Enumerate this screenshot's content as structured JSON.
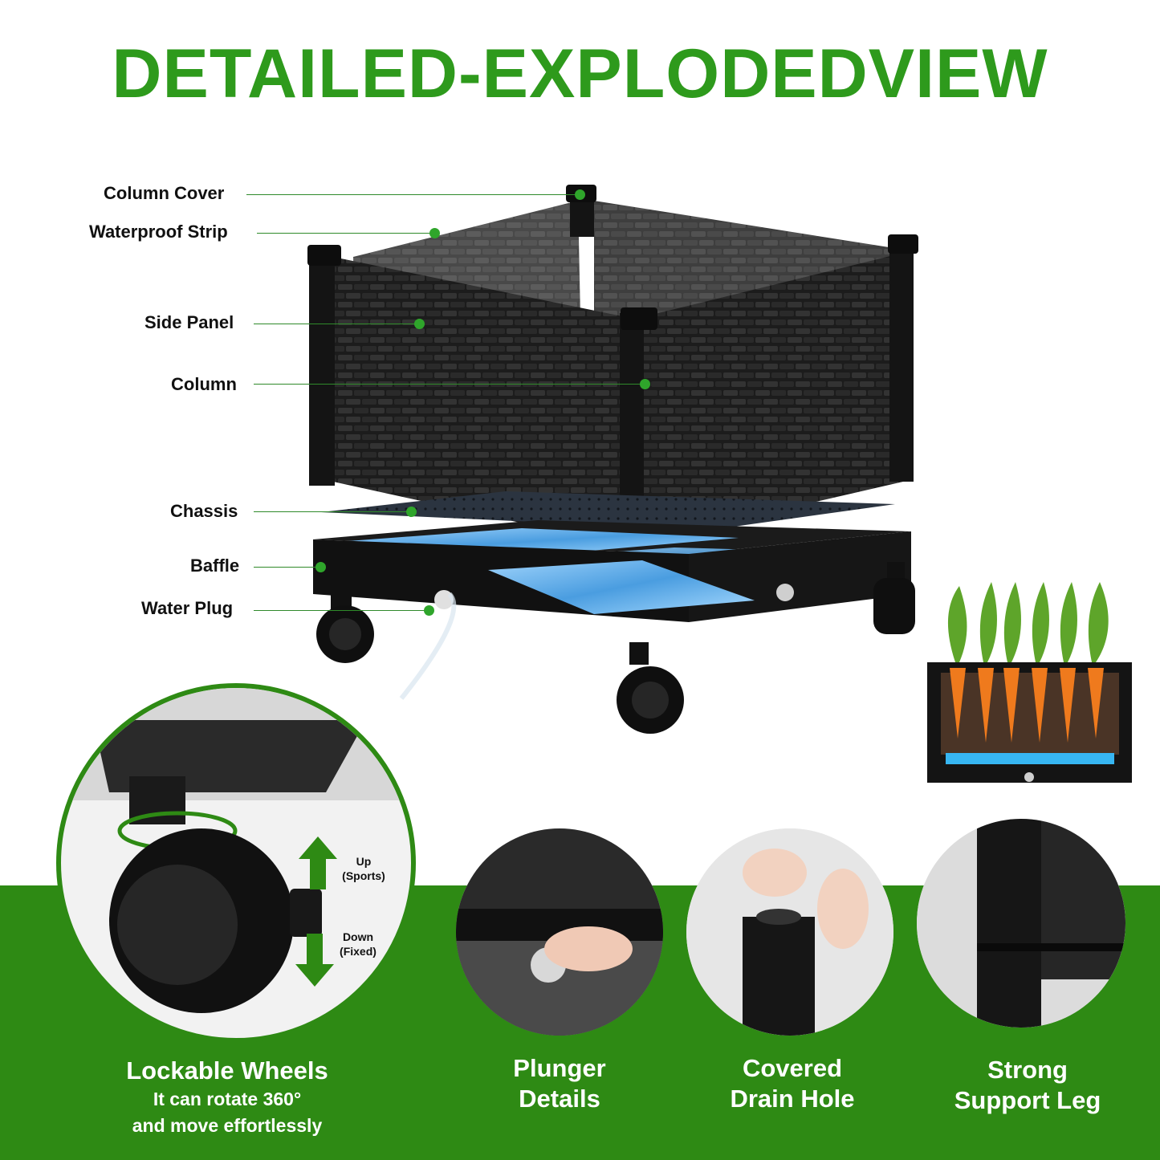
{
  "title": "DETAILED-EXPLODEDVIEW",
  "callouts": [
    {
      "label": "Column Cover"
    },
    {
      "label": "Waterproof Strip"
    },
    {
      "label": "Side Panel"
    },
    {
      "label": "Column"
    },
    {
      "label": "Chassis"
    },
    {
      "label": "Baffle"
    },
    {
      "label": "Water Plug"
    }
  ],
  "wheel_arrows": {
    "up": "Up",
    "up_sub": "(Sports)",
    "down": "Down",
    "down_sub": "(Fixed)"
  },
  "features": {
    "wheels": {
      "title": "Lockable Wheels",
      "line1": "It can rotate 360°",
      "line2": "and move effortlessly"
    },
    "plunger": {
      "line1": "Plunger",
      "line2": "Details"
    },
    "drain": {
      "line1": "Covered",
      "line2": "Drain Hole"
    },
    "leg": {
      "line1": "Strong",
      "line2": "Support Leg"
    }
  },
  "colors": {
    "title_green": "#2e9a1c",
    "band_green": "#2e8a14",
    "product_black": "#1a1a1a",
    "water_blue": "#6fb8ef",
    "carrot_orange": "#ef7a1d"
  }
}
